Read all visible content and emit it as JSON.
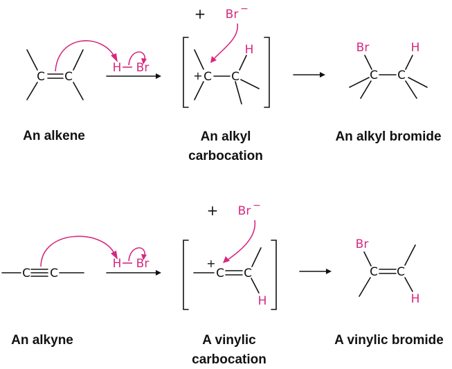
{
  "atoms": {
    "carbon": "C",
    "hydrogen": "H",
    "bromine": "Br",
    "bromide_ion": "Br",
    "plus": "+",
    "minus": "−"
  },
  "colors": {
    "text": "#111111",
    "accent": "#d6287f"
  },
  "row1": {
    "caption_reactant": "An alkene",
    "caption_intermediate": [
      "An alkyl",
      "carbocation"
    ],
    "caption_product": "An alkyl bromide"
  },
  "row2": {
    "caption_reactant": "An alkyne",
    "caption_intermediate": [
      "A vinylic",
      "carbocation"
    ],
    "caption_product": "A vinylic bromide"
  }
}
